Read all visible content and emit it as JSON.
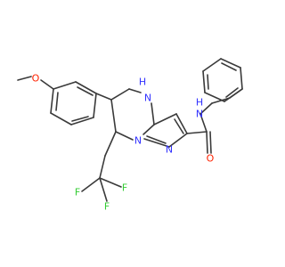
{
  "colors": {
    "background": "#ffffff",
    "bond": "#3a3a3a",
    "carbon": "#3a3a3a",
    "oxygen": "#ff2200",
    "nitrogen": "#3333ff",
    "fluorine": "#33cc33"
  },
  "atom_labels": {
    "methoxy_oxygen": "O",
    "ring_nh": "H",
    "ring_nh_n": "N",
    "pyrazole_n1": "N",
    "pyrazole_n2": "N",
    "amide_oxygen": "O",
    "amide_nh": "H",
    "amide_nh_n": "N",
    "fluorine_1": "F",
    "fluorine_2": "F",
    "fluorine_3": "F"
  }
}
